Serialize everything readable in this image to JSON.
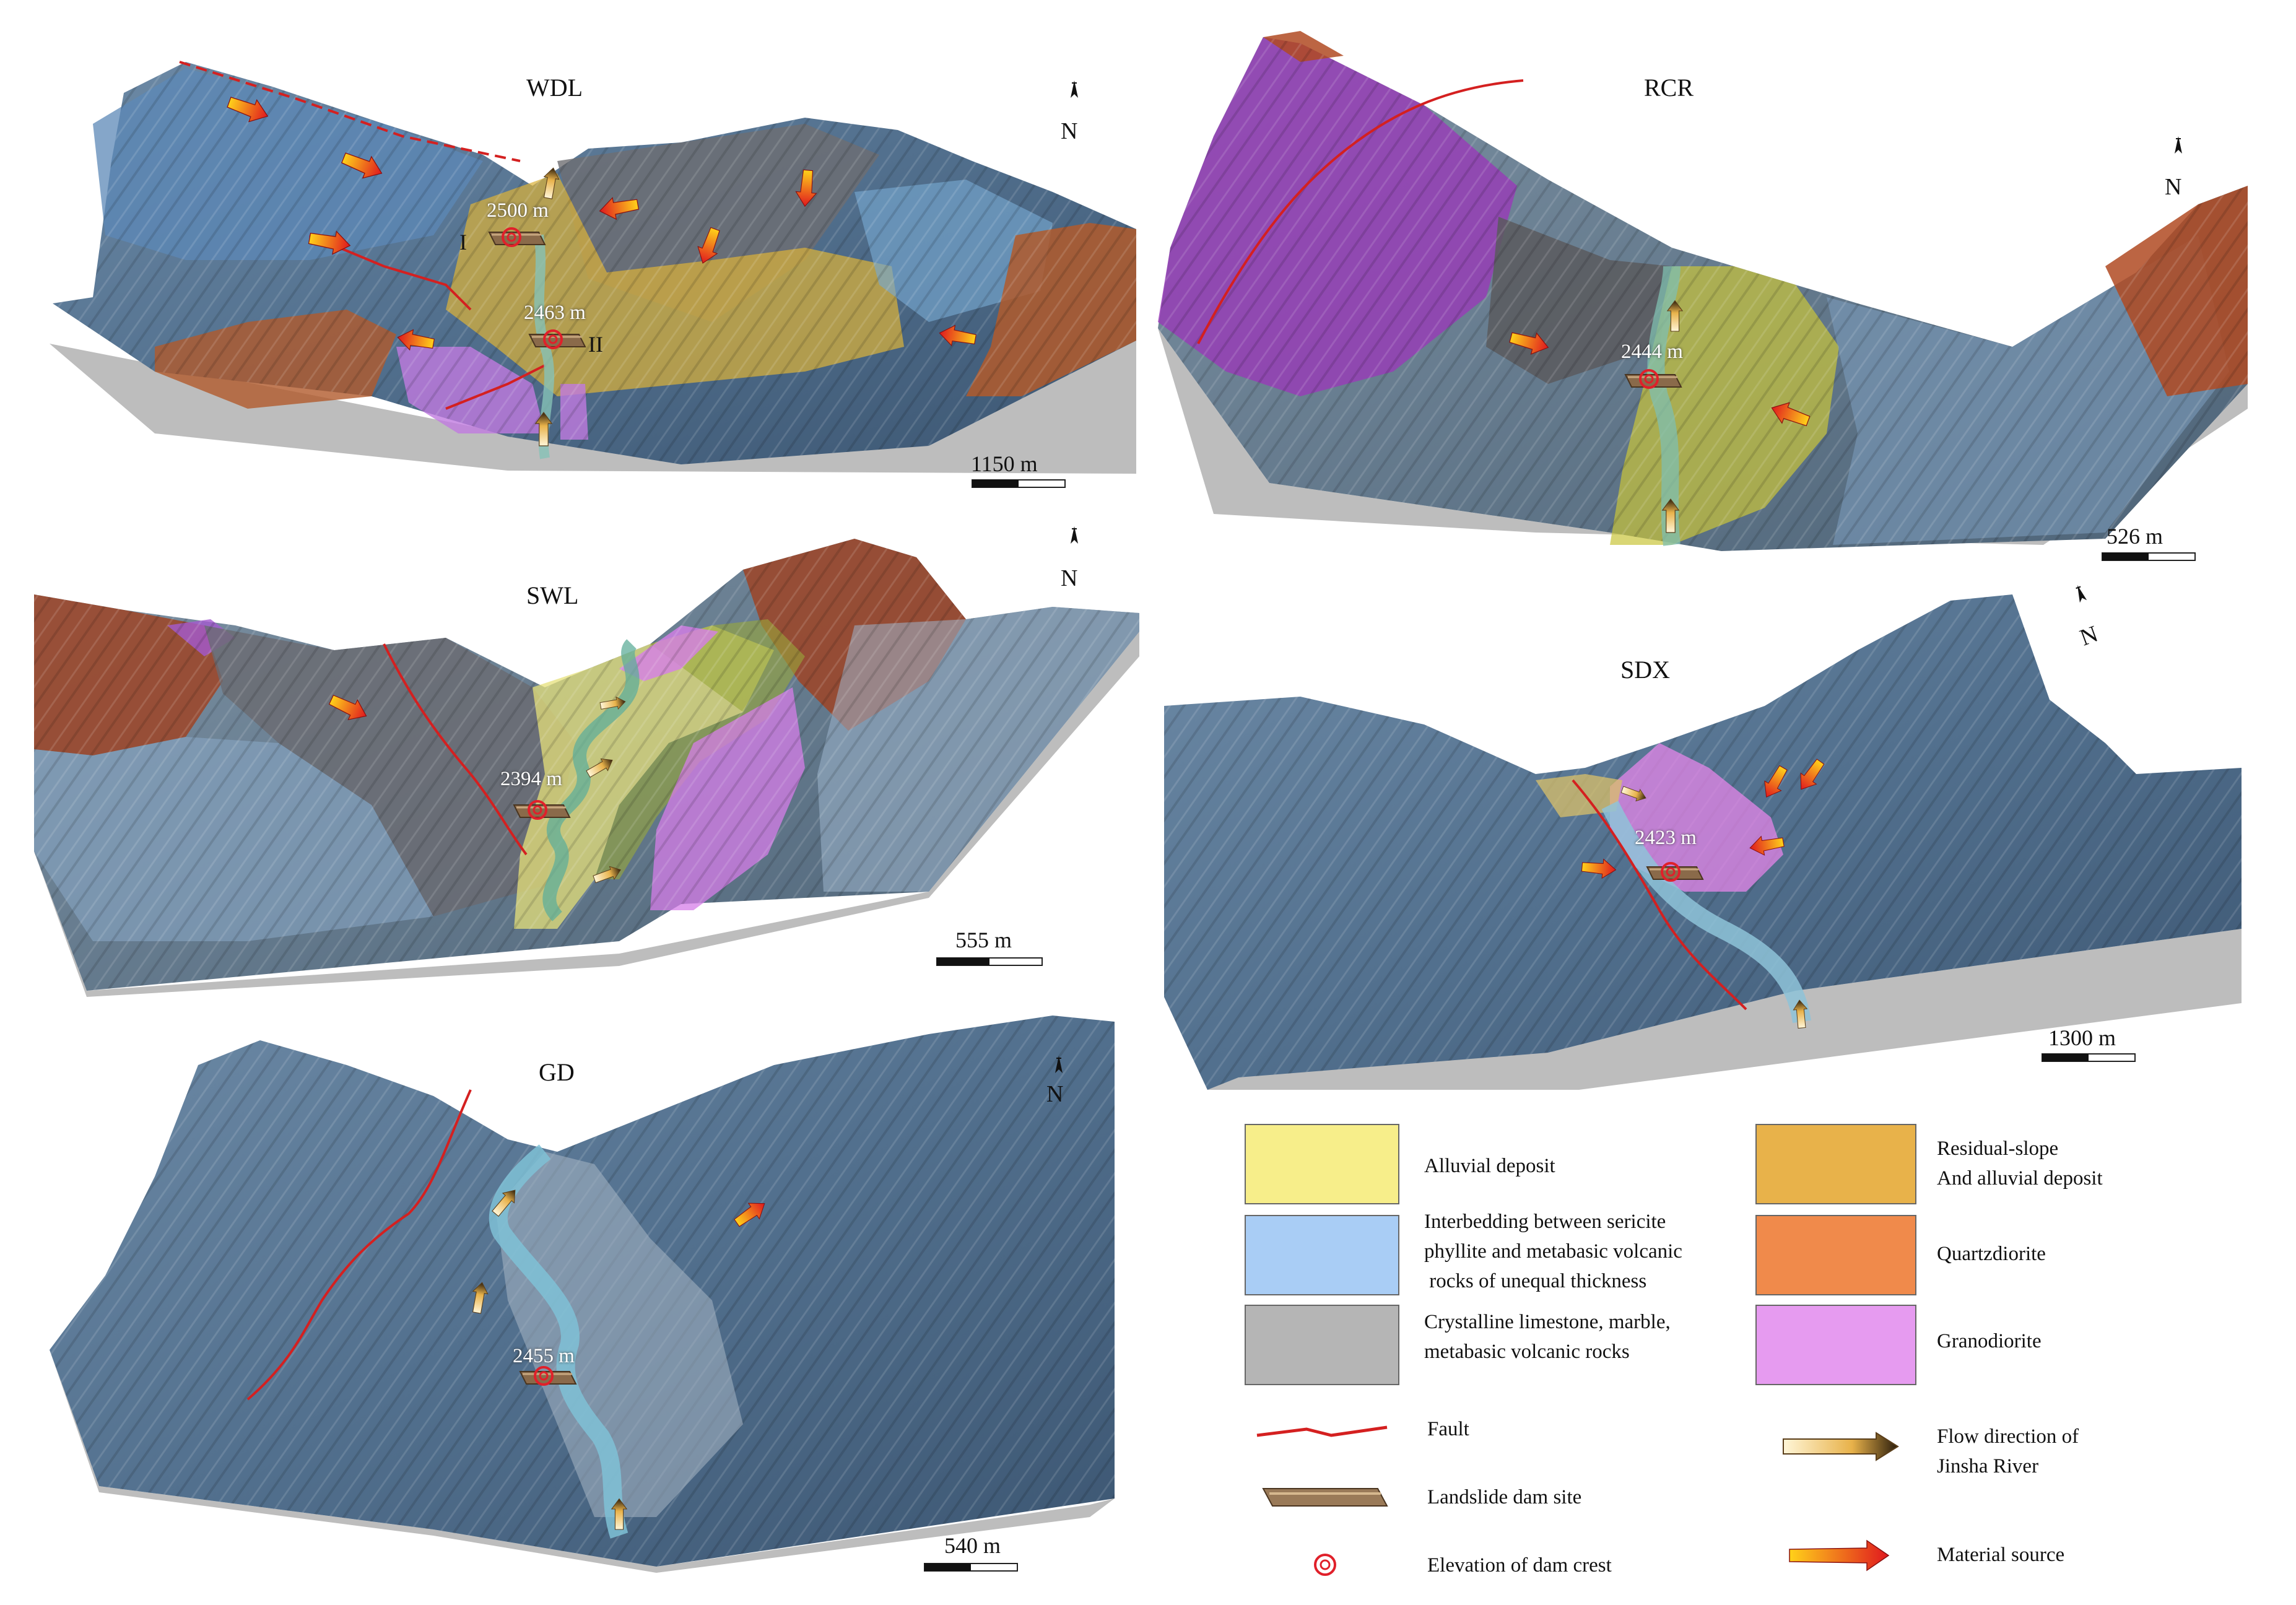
{
  "panels": [
    {
      "id": "WDL",
      "title": "WDL",
      "north": "N",
      "scale": "1150 m",
      "elevations": [
        "2500 m",
        "2463 m"
      ],
      "dam_labels": [
        "I",
        "II"
      ]
    },
    {
      "id": "RCR",
      "title": "RCR",
      "north": "N",
      "scale": "526 m",
      "elevations": [
        "2444 m"
      ]
    },
    {
      "id": "SWL",
      "title": "SWL",
      "north": "N",
      "scale": "555 m",
      "elevations": [
        "2394 m"
      ]
    },
    {
      "id": "SDX",
      "title": "SDX",
      "north": "N",
      "scale": "1300 m",
      "elevations": [
        "2423 m"
      ]
    },
    {
      "id": "GD",
      "title": "GD",
      "north": "N",
      "scale": "540 m",
      "elevations": [
        "2455 m"
      ]
    }
  ],
  "legend": {
    "units": [
      {
        "label": "Alluvial deposit",
        "color": "#f7ee8a"
      },
      {
        "label": "Residual-slope\nAnd alluvial deposit",
        "color": "#e8b24a"
      },
      {
        "label": "Interbedding between sericite\nphyllite and metabasic volcanic\n rocks of unequal thickness",
        "color": "#a9cdf5"
      },
      {
        "label": "Quartzdiorite",
        "color": "#f08a4b"
      },
      {
        "label": "Crystalline limestone, marble,\nmetabasic volcanic rocks",
        "color": "#b5b5b5"
      },
      {
        "label": "Granodiorite",
        "color": "#e69bf0"
      }
    ],
    "symbols": [
      {
        "label": "Fault",
        "icon": "fault-line-icon",
        "color": "#d42020"
      },
      {
        "label": "Flow direction of\nJinsha River",
        "icon": "flow-arrow-icon",
        "color": "#e8b24a"
      },
      {
        "label": "Landslide dam site",
        "icon": "dam-site-icon",
        "color": "#a07850"
      },
      {
        "label": "Material source",
        "icon": "material-arrow-icon",
        "color": "#e0202a"
      },
      {
        "label": "Elevation of dam crest",
        "icon": "target-icon",
        "color": "#e0202a"
      }
    ]
  }
}
